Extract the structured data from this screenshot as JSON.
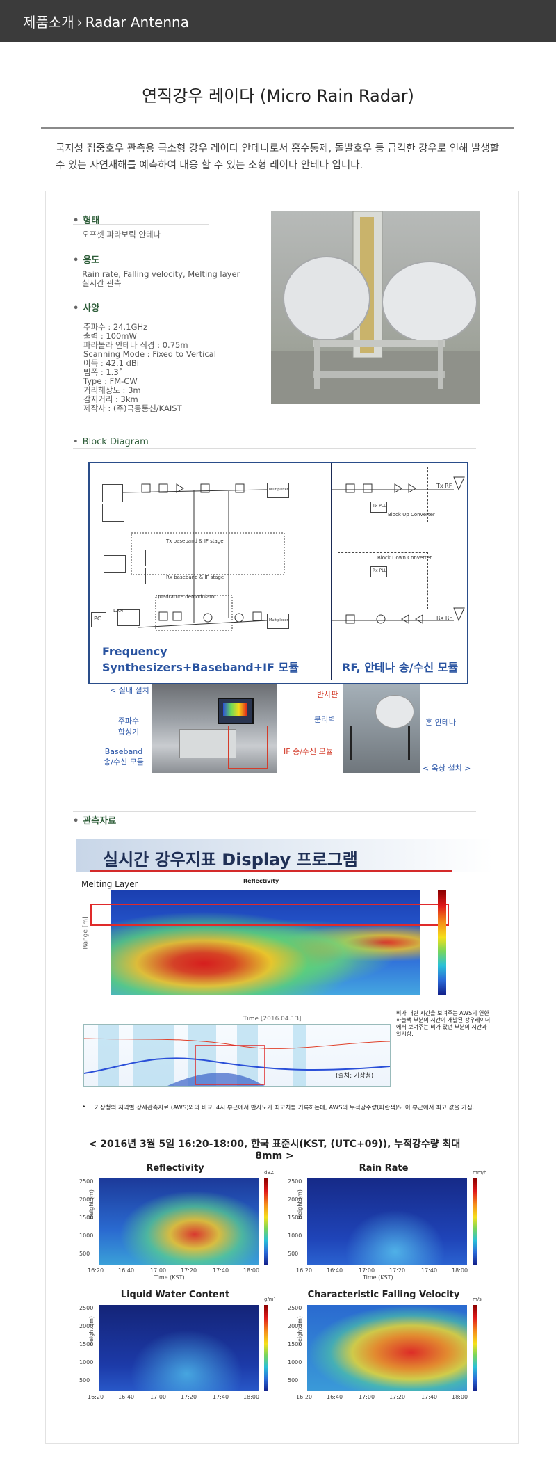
{
  "header": {
    "crumb_root": "제품소개",
    "crumb_sep": "›",
    "crumb_current": "Radar Antenna"
  },
  "page": {
    "title": "연직강우 레이다 (Micro Rain Radar)",
    "intro": "국지성 집중호우 관측용 극소형 강우 레이다 안테나로서 홍수통제, 돌발호우 등 급격한 강우로 인해 발생할 수 있는 자연재해를 예측하여 대응 할 수 있는 소형 레이다 안테나 입니다."
  },
  "spec": {
    "form": {
      "heading": "형태",
      "text": "오프셋 파라보릭 안테나"
    },
    "usage": {
      "heading": "용도",
      "text1": "Rain rate, Falling velocity, Melting layer",
      "text2": "실시간 관측"
    },
    "specs": {
      "heading": "사양",
      "lines": [
        "주파수 : 24.1GHz",
        "출력 : 100mW",
        "파라볼라 안테나 직경 : 0.75m",
        "Scanning Mode : Fixed to Vertical",
        "이득 : 42.1 dBi",
        "빔폭 : 1.3˚",
        "Type : FM-CW",
        "거리해상도 : 3m",
        "감지거리 : 3km",
        "제작사 : (주)극동통신/KAIST"
      ]
    }
  },
  "block_diagram": {
    "heading": "Block Diagram",
    "left_caption": "Frequency Synthesizers+Baseband+IF 모듈",
    "right_caption": "RF, 안테나 송/수신 모듈",
    "blocks": {
      "tx_stage": "Tx baseband & IF stage",
      "rx_stage": "Rx baseband & IF stage",
      "quad": "Quadrature demodulator",
      "block_up": "Block Up Converter",
      "block_down": "Block Down Converter",
      "multiplexer_top": "Multiplexer",
      "multiplexer_bottom": "Multiplexer",
      "pc": "PC",
      "tx_rf": "Tx RF",
      "rx_rf": "Rx RF",
      "tx_pll": "Tx PLL",
      "rx_pll": "Rx PLL",
      "lan": "LAN"
    },
    "install": {
      "indoor": "< 실내 설치 >",
      "synth": "주파수\n합성기",
      "baseband": "Baseband\n송/수신 모듈",
      "if_module": "IF 송/수신 모듈",
      "reflector": "반사판",
      "partition": "분리벽",
      "horn": "혼 안테나",
      "outdoor": "< 옥상 설치 >"
    }
  },
  "observation": {
    "heading": "관측자료",
    "banner_title": "실시간 강우지표 Display 프로그램",
    "melting_layer": "Melting Layer",
    "reflectivity_label": "Reflectivity",
    "time_axis": "Time [2016.04.13]",
    "range_axis": "Range [m]",
    "annotation": "비가 내린 시간을 보여주는 AWS의 연한 하늘색 부분의 시간이 개발된 강우레이더에서 보여주는 비가 왔던 부분의 시간과 일치함.",
    "source": "(출처: 기상청)",
    "bullet": "기상청의 지역별 상세관측자료 (AWS)와의 비교. 4시 부근에서 반사도가 최고치를 기록하는데, AWS의 누적강수량(파란색)도 이 부근에서 최고 값을 가짐.",
    "caption": "< 2016년 3월 5일 16:20-18:00, 한국 표준시(KST, (UTC+09)), 누적강수량 최대 8mm >"
  },
  "charts": {
    "x_ticks": [
      "16:20",
      "16:40",
      "17:00",
      "17:20",
      "17:40",
      "18:00"
    ],
    "y_ticks": [
      "2500",
      "2000",
      "1500",
      "1000",
      "500"
    ],
    "y_label": "Height (m)",
    "x_label": "Time (KST)",
    "reflectivity": {
      "title": "Reflectivity",
      "unit": "dBZ"
    },
    "rain_rate": {
      "title": "Rain Rate",
      "unit": "mm/h"
    },
    "lwc": {
      "title": "Liquid Water Content",
      "unit": "g/m³"
    },
    "cfv": {
      "title": "Characteristic Falling Velocity",
      "unit": "m/s"
    }
  }
}
